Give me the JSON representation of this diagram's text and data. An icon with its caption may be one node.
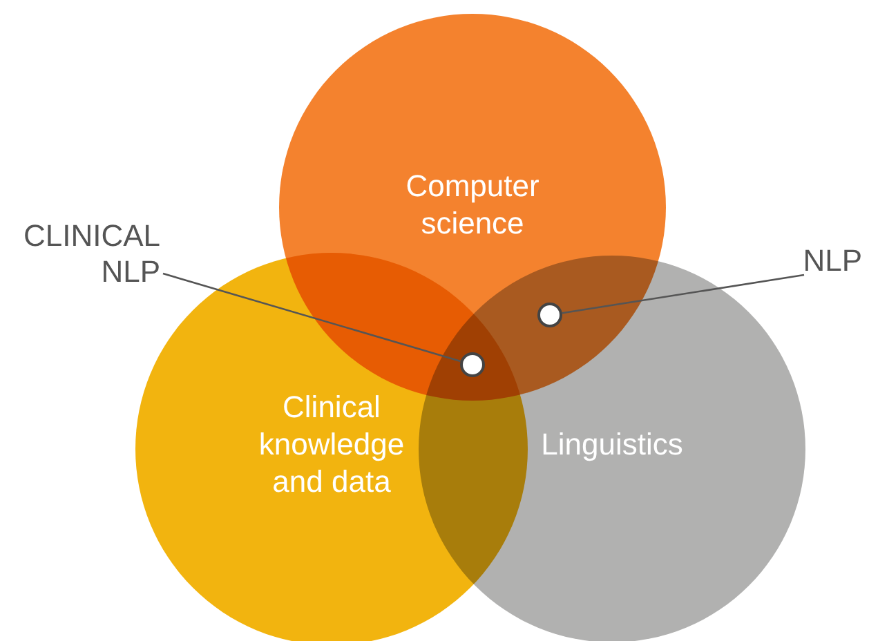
{
  "diagram": {
    "nodes": [
      {
        "text": [
          "Computer science"
        ]
      },
      {
        "text": [
          "CLINICAL NLP"
        ]
      },
      {
        "text": [
          "NLP"
        ]
      },
      {
        "text": [],
        "shape": "circle"
      },
      {
        "text": [],
        "shape": "circle"
      },
      {
        "text": [
          "Clinical knowledge and data"
        ]
      },
      {
        "text": [
          "Linguistics"
        ]
      }
    ],
    "edges": [
      {
        "from": 1,
        "to": 4,
        "arrow": "none"
      },
      {
        "from": 2,
        "to": 3,
        "arrow": "none"
      }
    ]
  }
}
